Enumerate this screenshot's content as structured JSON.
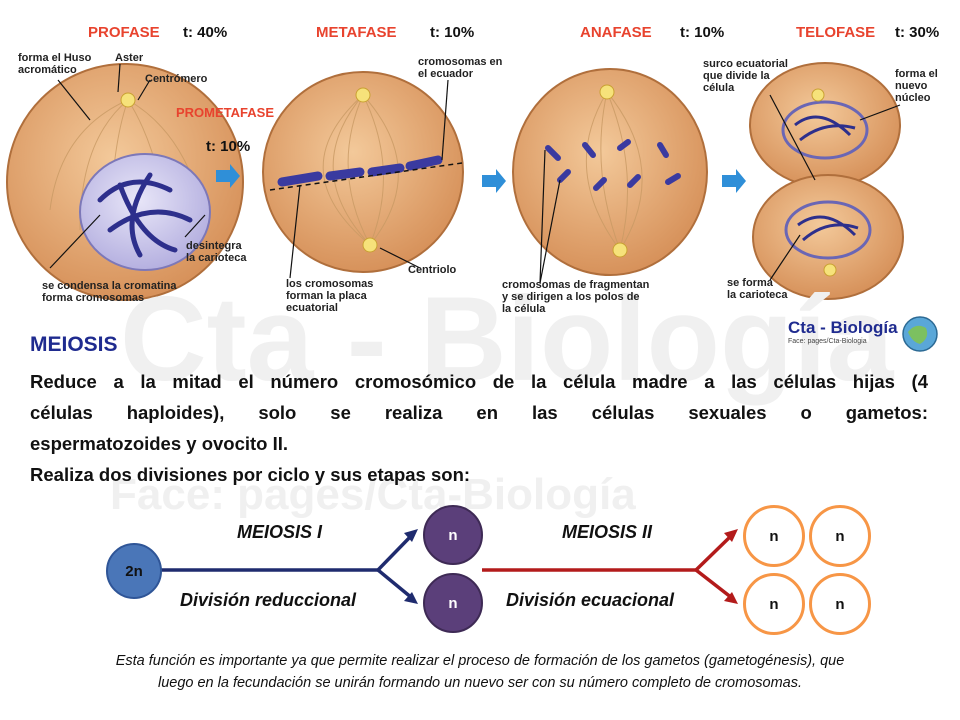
{
  "phases": {
    "profase": {
      "name": "PROFASE",
      "time": "t: 40%"
    },
    "prometafase": {
      "name": "PROMETAFASE",
      "time": "t: 10%"
    },
    "metafase": {
      "name": "METAFASE",
      "time": "t: 10%"
    },
    "anafase": {
      "name": "ANAFASE",
      "time": "t: 10%"
    },
    "telofase": {
      "name": "TELOFASE",
      "time": "t: 30%"
    }
  },
  "labels": {
    "huso": [
      "forma el Huso",
      "acromático"
    ],
    "aster": "Aster",
    "centromero": "Centrómero",
    "cromatina": [
      "se condensa la cromatina",
      "forma cromosomas"
    ],
    "carioteca": [
      "desintegra",
      "la carioteca"
    ],
    "ecuador": [
      "cromosomas en",
      "el ecuador"
    ],
    "placa": [
      "los cromosomas",
      "forman la placa",
      "ecuatorial"
    ],
    "centriolo": "Centriolo",
    "fragmentan": [
      "cromosomas de fragmentan",
      "y se dirigen a los polos de",
      "la célula"
    ],
    "surco": [
      "surco ecuatorial",
      "que divide la",
      "célula"
    ],
    "nucleo": [
      "forma el",
      "nuevo",
      "núcleo"
    ],
    "nueva_carioteca": [
      "se forma",
      "la carioteca"
    ]
  },
  "watermark": {
    "main": "Cta - Biología",
    "sub": "Face:    pages/Cta-Biología"
  },
  "logo": {
    "title": "Cta - Biología",
    "sub": "Face:    pages/Cta-Biologia"
  },
  "meiosis": {
    "title": "MEIOSIS",
    "lines": [
      "Reduce a la mitad el número cromosómico de la célula madre a las células hijas (4",
      "células haploides), solo se realiza en las células sexuales o gametos:",
      "espermatozoides y ovocito II.",
      "Realiza dos divisiones por ciclo y sus etapas son:"
    ]
  },
  "flow": {
    "meiosis1": "MEIOSIS I",
    "meiosis2": "MEIOSIS II",
    "div1": "División reduccional",
    "div2": "División ecuacional",
    "start_node": "2n",
    "n": "n",
    "colors": {
      "start": "#4a76b8",
      "mid": "#5b3f7a",
      "final": "#f79646",
      "arrow1": "#1f2b6e",
      "arrow2": "#b31b1b"
    }
  },
  "footer": [
    "Esta función es importante ya que permite realizar el proceso de formación de los gametos (gametogénesis), que",
    "luego en la fecundación se unirán formando un nuevo ser con su número completo de cromosomas."
  ]
}
